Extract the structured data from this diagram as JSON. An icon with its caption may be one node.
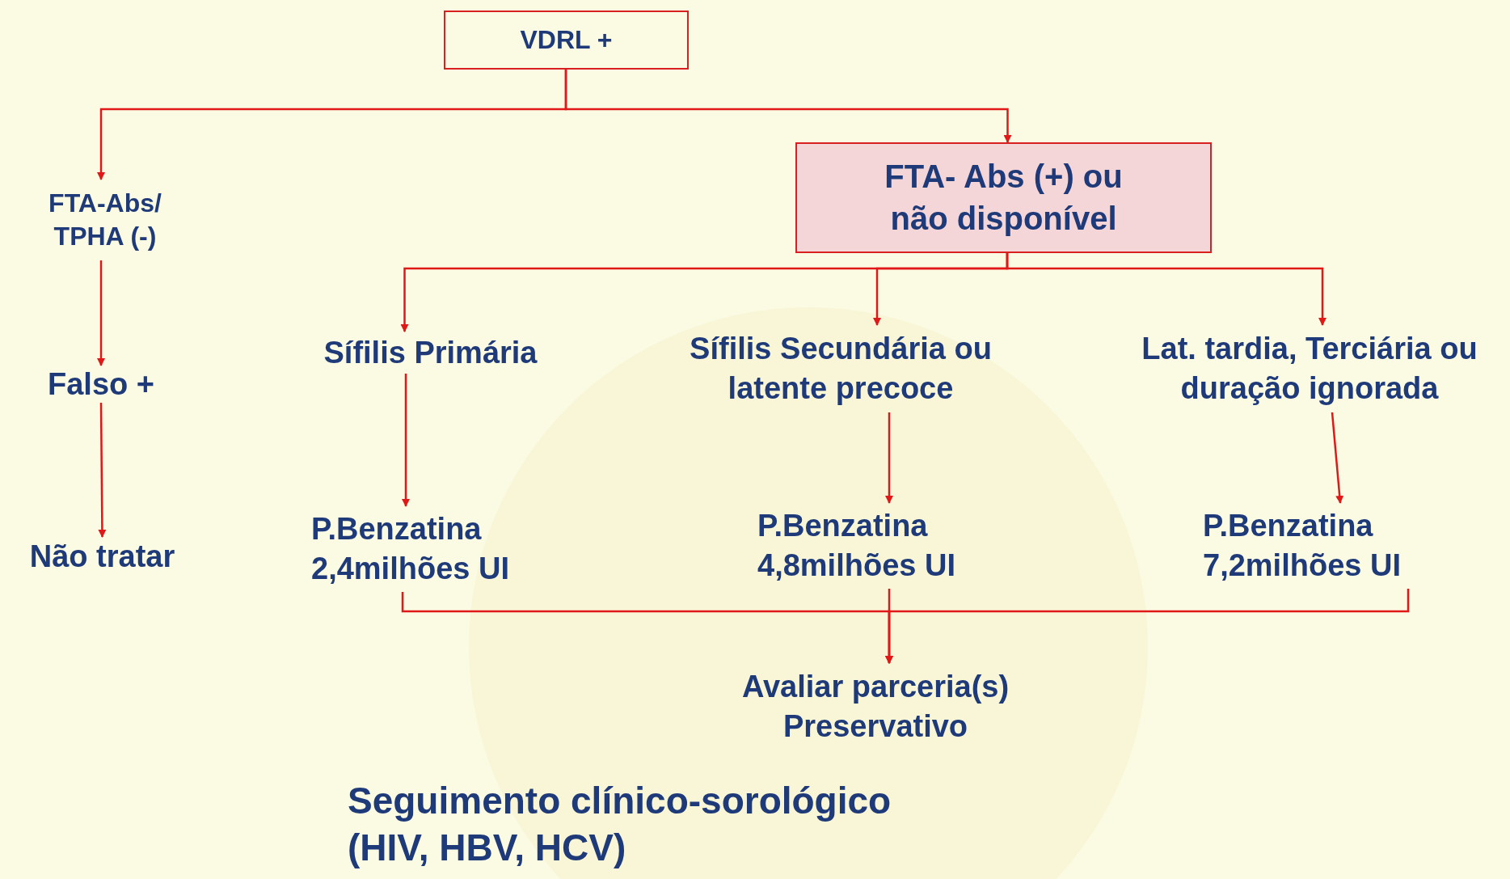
{
  "diagram": {
    "nodes": [
      {
        "text": [
          "VDRL +"
        ]
      },
      {
        "text": [
          "FTA-Abs/ TPHA (-)"
        ]
      },
      {
        "text": [
          "FTA- Abs (+) ou não disponível"
        ]
      },
      {
        "text": [
          "Falso +"
        ]
      },
      {
        "text": [
          "Não tratar"
        ]
      },
      {
        "text": [
          "Sífilis Primária"
        ]
      },
      {
        "text": [
          "Sífilis Secundária ou latente precoce"
        ]
      },
      {
        "text": [
          "Lat. tardia, Terciária ou duração ignorada"
        ]
      },
      {
        "text": [
          "P.Benzatina 2,4milhões UI"
        ]
      },
      {
        "text": [
          "P.Benzatina 4,8milhões UI"
        ]
      },
      {
        "text": [
          "P.Benzatina 7,2milhões UI"
        ]
      },
      {
        "text": [
          "Avaliar parceria(s) Preservativo"
        ]
      }
    ],
    "edges": [
      {
        "from": 0,
        "to": 1,
        "arrow": "to"
      },
      {
        "from": 0,
        "to": 2,
        "arrow": "to"
      },
      {
        "from": 1,
        "to": 3,
        "arrow": "to"
      },
      {
        "from": 3,
        "to": 4,
        "arrow": "to"
      },
      {
        "from": 2,
        "to": 5,
        "arrow": "to"
      },
      {
        "from": 2,
        "to": 6,
        "arrow": "to"
      },
      {
        "from": 2,
        "to": 7,
        "arrow": "to"
      },
      {
        "from": 5,
        "to": 8,
        "arrow": "to"
      },
      {
        "from": 6,
        "to": 9,
        "arrow": "to"
      },
      {
        "from": 7,
        "to": 10,
        "arrow": "to"
      },
      {
        "from": 8,
        "to": 11,
        "arrow": "to"
      },
      {
        "from": 9,
        "to": 11,
        "arrow": "to"
      },
      {
        "from": 10,
        "to": 11,
        "arrow": "to"
      }
    ],
    "labels": [
      "Seguimento clínico-sorológico (HIV, HBV, HCV)"
    ]
  }
}
